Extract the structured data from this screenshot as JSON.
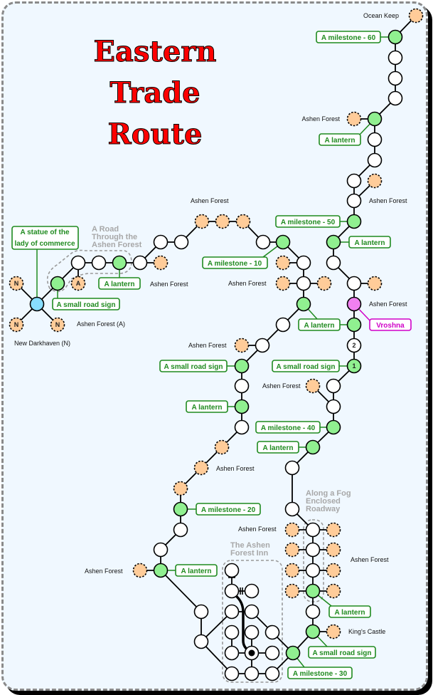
{
  "title": [
    "Eastern",
    "Trade",
    "Route"
  ],
  "colors": {
    "background": "#f0f8ff",
    "landmark": "#90f090",
    "location": "#ffcc99",
    "origin": "#88ddff",
    "npc": "#f080f0",
    "plain": "#ffffff",
    "accent": "#1f8a1f"
  },
  "groups": {
    "road": [
      "A Road",
      "Through the",
      "Ashen Forest"
    ],
    "inn": [
      "The Ashen",
      "Forest Inn"
    ],
    "fog": [
      "Along a Fog",
      "Enclosed",
      "Roadway"
    ]
  },
  "places": {
    "ocean_keep": "Ocean Keep",
    "ashen_forest": "Ashen Forest",
    "ashen_forest_a": "Ashen Forest (A)",
    "new_darkhaven": "New Darkhaven (N)",
    "kings_castle": "King's Castle"
  },
  "landmarks": {
    "milestone_60": "A milestone - 60",
    "milestone_50": "A milestone - 50",
    "milestone_40": "A milestone - 40",
    "milestone_30": "A milestone - 30",
    "milestone_20": "A milestone - 20",
    "milestone_10": "A milestone - 10",
    "lantern": "A lantern",
    "road_sign": "A small road sign",
    "statue": [
      "A statue of the",
      "lady of commerce"
    ]
  },
  "npc": {
    "vroshna": "Vroshna"
  },
  "node_marks": {
    "n": "N",
    "a": "A",
    "one": "1",
    "two": "2"
  }
}
